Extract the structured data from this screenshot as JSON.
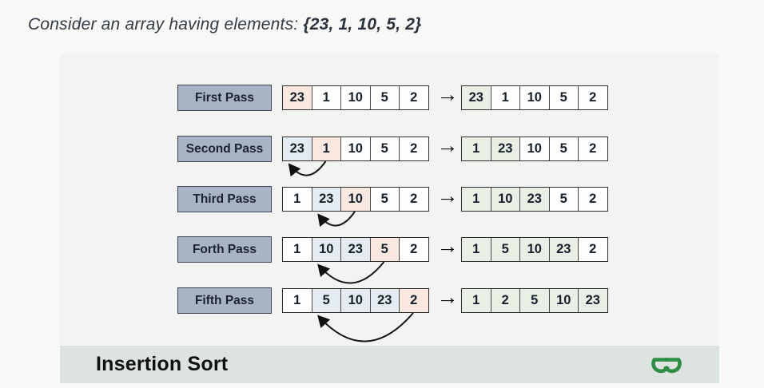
{
  "title": {
    "prefix": "Consider an array having elements: ",
    "array_literal": "{23, 1, 10, 5, 2}"
  },
  "arrow_glyph": "→",
  "colors": {
    "key_highlight": "#f9e8df",
    "shifted_highlight": "#e4ebf1",
    "sorted_highlight": "#e9efe4",
    "label_bg": "#a9b3c6",
    "logo_green": "#2f8d46",
    "footer_bg": "#dde4df"
  },
  "passes": [
    {
      "label": "First Pass",
      "before": [
        {
          "v": "23",
          "s": "key"
        },
        {
          "v": "1",
          "s": "plain"
        },
        {
          "v": "10",
          "s": "plain"
        },
        {
          "v": "5",
          "s": "plain"
        },
        {
          "v": "2",
          "s": "plain"
        }
      ],
      "after": [
        {
          "v": "23",
          "s": "sorted"
        },
        {
          "v": "1",
          "s": "plain"
        },
        {
          "v": "10",
          "s": "plain"
        },
        {
          "v": "5",
          "s": "plain"
        },
        {
          "v": "2",
          "s": "plain"
        }
      ],
      "swap": null
    },
    {
      "label": "Second Pass",
      "before": [
        {
          "v": "23",
          "s": "shifted"
        },
        {
          "v": "1",
          "s": "key"
        },
        {
          "v": "10",
          "s": "plain"
        },
        {
          "v": "5",
          "s": "plain"
        },
        {
          "v": "2",
          "s": "plain"
        }
      ],
      "after": [
        {
          "v": "1",
          "s": "sorted"
        },
        {
          "v": "23",
          "s": "sorted"
        },
        {
          "v": "10",
          "s": "plain"
        },
        {
          "v": "5",
          "s": "plain"
        },
        {
          "v": "2",
          "s": "plain"
        }
      ],
      "swap": {
        "from": 1,
        "to": 0
      }
    },
    {
      "label": "Third Pass",
      "before": [
        {
          "v": "1",
          "s": "plain"
        },
        {
          "v": "23",
          "s": "shifted"
        },
        {
          "v": "10",
          "s": "key"
        },
        {
          "v": "5",
          "s": "plain"
        },
        {
          "v": "2",
          "s": "plain"
        }
      ],
      "after": [
        {
          "v": "1",
          "s": "sorted"
        },
        {
          "v": "10",
          "s": "sorted"
        },
        {
          "v": "23",
          "s": "sorted"
        },
        {
          "v": "5",
          "s": "plain"
        },
        {
          "v": "2",
          "s": "plain"
        }
      ],
      "swap": {
        "from": 2,
        "to": 1
      }
    },
    {
      "label": "Forth Pass",
      "before": [
        {
          "v": "1",
          "s": "plain"
        },
        {
          "v": "10",
          "s": "shifted"
        },
        {
          "v": "23",
          "s": "shifted"
        },
        {
          "v": "5",
          "s": "key"
        },
        {
          "v": "2",
          "s": "plain"
        }
      ],
      "after": [
        {
          "v": "1",
          "s": "sorted"
        },
        {
          "v": "5",
          "s": "sorted"
        },
        {
          "v": "10",
          "s": "sorted"
        },
        {
          "v": "23",
          "s": "sorted"
        },
        {
          "v": "2",
          "s": "plain"
        }
      ],
      "swap": {
        "from": 3,
        "to": 1
      }
    },
    {
      "label": "Fifth Pass",
      "before": [
        {
          "v": "1",
          "s": "plain"
        },
        {
          "v": "5",
          "s": "shifted"
        },
        {
          "v": "10",
          "s": "shifted"
        },
        {
          "v": "23",
          "s": "shifted"
        },
        {
          "v": "2",
          "s": "key"
        }
      ],
      "after": [
        {
          "v": "1",
          "s": "sorted"
        },
        {
          "v": "2",
          "s": "sorted"
        },
        {
          "v": "5",
          "s": "sorted"
        },
        {
          "v": "10",
          "s": "sorted"
        },
        {
          "v": "23",
          "s": "sorted"
        }
      ],
      "swap": {
        "from": 4,
        "to": 1
      }
    }
  ],
  "footer": {
    "label": "Insertion Sort",
    "logo": "geeksforgeeks-logo"
  }
}
